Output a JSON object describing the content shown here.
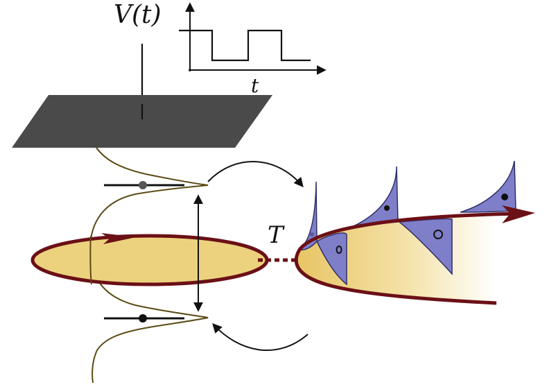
{
  "labels": {
    "voltage": "V(t)",
    "time_axis": "t",
    "tunnel": "T"
  },
  "colors": {
    "plate": "#4a4a4a",
    "ring_fill": "#ecd27e",
    "ring_stroke": "#6b1016",
    "wave_line": "#5c4a14",
    "fin_fill": "#7f7fc9",
    "fin_stroke": "#2f2f6a",
    "ink": "#111111"
  },
  "icons": {
    "cycle_arrows": "curved-arrow-icon",
    "orbit_direction": "arrowhead-icon"
  }
}
